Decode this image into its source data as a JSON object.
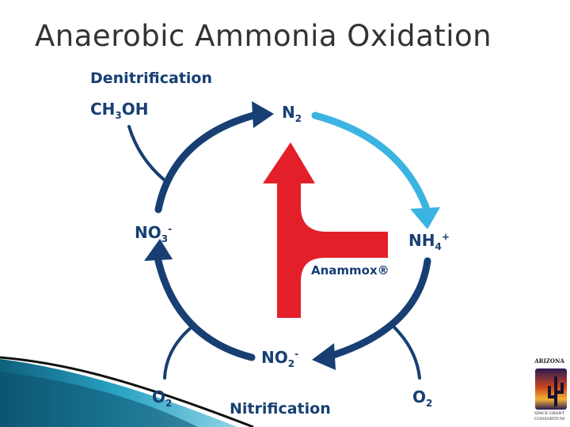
{
  "slide": {
    "title": "Anaerobic Ammonia Oxidation"
  },
  "diagram": {
    "denitrification_label": "Denitrification",
    "nitrification_label": "Nitrification",
    "methanol": {
      "a": "CH",
      "sub": "3",
      "b": "OH"
    },
    "n2": {
      "a": "N",
      "sub": "2"
    },
    "nh4": {
      "a": "NH",
      "sub": "4",
      "sup": "+"
    },
    "no3": {
      "a": "NO",
      "sub": "3",
      "sup": "-"
    },
    "no2": {
      "a": "NO",
      "sub": "2",
      "sup": "-"
    },
    "o2_left": {
      "a": "O",
      "sub": "2"
    },
    "o2_right": {
      "a": "O",
      "sub": "2"
    },
    "anammox_label": "Anammox®"
  },
  "colors": {
    "dark_blue": "#173f73",
    "light_blue": "#3cb4e2",
    "red": "#e3202a",
    "teal": "#1e8aa8"
  },
  "logo": {
    "top_text": "ARIZONA",
    "bottom_text_1": "SPACE GRANT",
    "bottom_text_2": "CONSORTIUM"
  }
}
